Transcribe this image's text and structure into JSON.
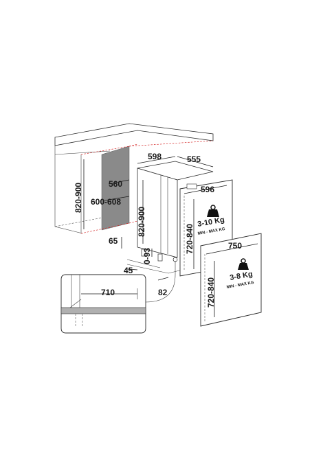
{
  "dimensions": {
    "cabinet_height": "820-900",
    "niche_width": "600-608",
    "niche_depth": "560",
    "plinth_height": "65",
    "appliance_width": "598",
    "appliance_depth": "555",
    "appliance_height": "820-900",
    "foot_adjust": "0-93",
    "plinth_depth": "45",
    "plinth_offset": "82",
    "door_width": "596",
    "door_height": "720-840",
    "door2_width": "750",
    "door2_height": "720-840",
    "detail_width": "710"
  },
  "weights": {
    "door1_range": "3-10 Kg",
    "door1_label": "MIN - MAX KG",
    "door2_range": "3-8 Kg",
    "door2_label": "MIN - MAX KG"
  },
  "colors": {
    "line": "#2a2a2a",
    "guide_red": "#d62a2a",
    "niche_gray": "#8a8a8a",
    "plinth_gray": "#b0b0b0"
  },
  "icons": {
    "weight": "weight-icon"
  }
}
